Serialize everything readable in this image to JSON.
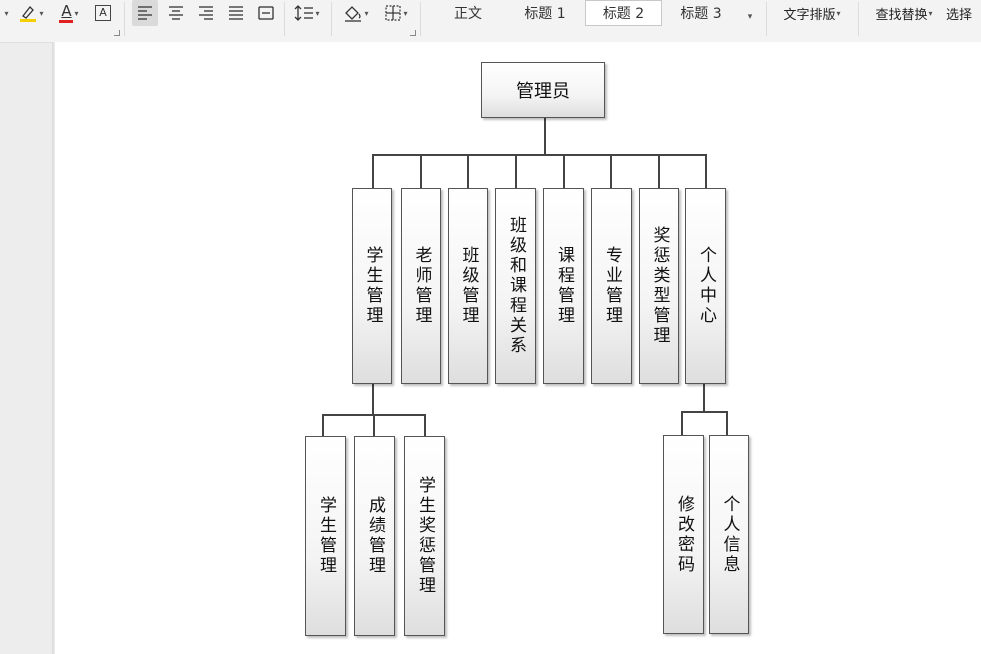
{
  "toolbar": {
    "highlight_icon": "highlighter-icon",
    "font_color_glyph": "A",
    "char_border_glyph": "A",
    "style_gallery": [
      "正文",
      "标题 1",
      "标题 2",
      "标题 3"
    ],
    "selected_style": "标题 2",
    "text_layout_label": "文字排版",
    "find_replace_label": "查找替换",
    "select_label": "选择"
  },
  "diagram": {
    "root": "管理员",
    "level1": [
      "学生管理",
      "老师管理",
      "班级管理",
      "班级和课程关系",
      "课程管理",
      "专业管理",
      "奖惩类型管理",
      "个人中心"
    ],
    "student_children": [
      "学生管理",
      "成绩管理",
      "学生奖惩管理"
    ],
    "personal_children": [
      "修改密码",
      "个人信息"
    ]
  },
  "colors": {
    "highlight_yellow": "#f5d000",
    "font_red": "#e02020",
    "line": "#444444"
  }
}
